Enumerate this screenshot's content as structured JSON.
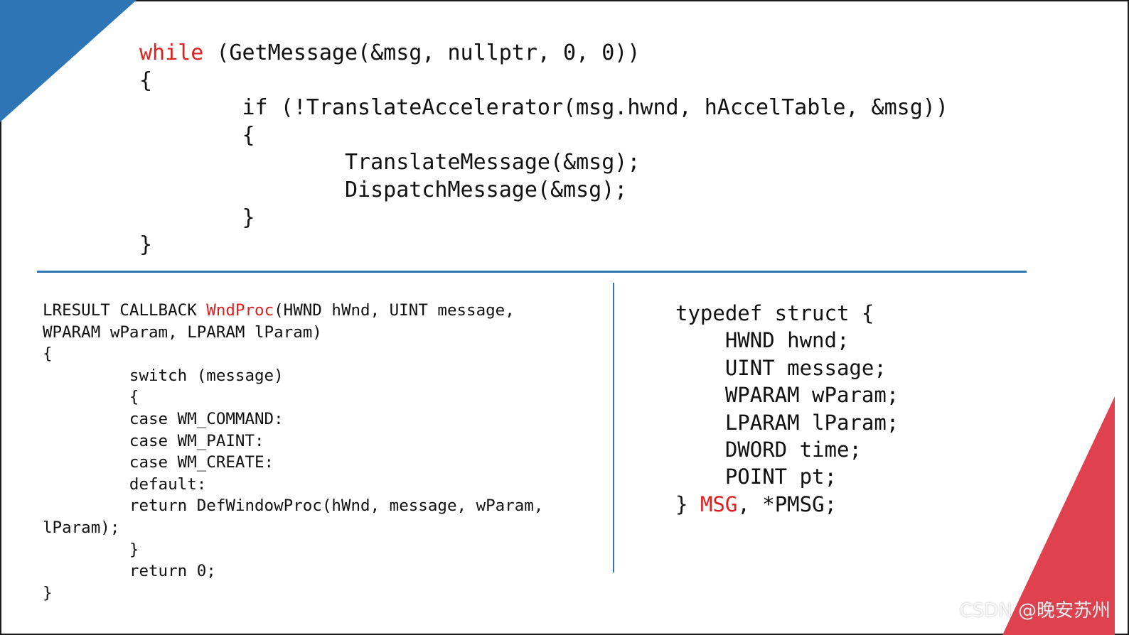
{
  "colors": {
    "accent_blue": "#2e75b6",
    "accent_red": "#e0414f",
    "keyword_red": "#e02020"
  },
  "top_block": {
    "lines": [
      {
        "kw": "while",
        "text": " (GetMessage(&msg, nullptr, 0, 0))"
      },
      {
        "text": "{"
      },
      {
        "text": "        if (!TranslateAccelerator(msg.hwnd, hAccelTable, &msg))"
      },
      {
        "text": "        {"
      },
      {
        "text": "                TranslateMessage(&msg);"
      },
      {
        "text": "                DispatchMessage(&msg);"
      },
      {
        "text": "        }"
      },
      {
        "text": "}"
      }
    ]
  },
  "wndproc_block": {
    "lines": [
      {
        "pre": "LRESULT CALLBACK ",
        "kw": "WndProc",
        "text": "(HWND hWnd, UINT message,"
      },
      {
        "text": "WPARAM wParam, LPARAM lParam)"
      },
      {
        "text": "{"
      },
      {
        "text": "         switch (message)"
      },
      {
        "text": "         {"
      },
      {
        "text": "         case WM_COMMAND:"
      },
      {
        "text": "         case WM_PAINT:"
      },
      {
        "text": "         case WM_CREATE:"
      },
      {
        "text": "         default:"
      },
      {
        "text": "         return DefWindowProc(hWnd, message, wParam,"
      },
      {
        "text": "lParam);"
      },
      {
        "text": "         }"
      },
      {
        "text": "         return 0;"
      },
      {
        "text": "}"
      }
    ]
  },
  "msg_block": {
    "lines": [
      {
        "text": "typedef struct {"
      },
      {
        "text": "    HWND hwnd;"
      },
      {
        "text": "    UINT message;"
      },
      {
        "text": "    WPARAM wParam;"
      },
      {
        "text": "    LPARAM lParam;"
      },
      {
        "text": "    DWORD time;"
      },
      {
        "text": "    POINT pt;"
      },
      {
        "pre": "} ",
        "kw": "MSG",
        "text": ", *PMSG;"
      }
    ]
  },
  "watermark": "CSDN @晚安苏州"
}
